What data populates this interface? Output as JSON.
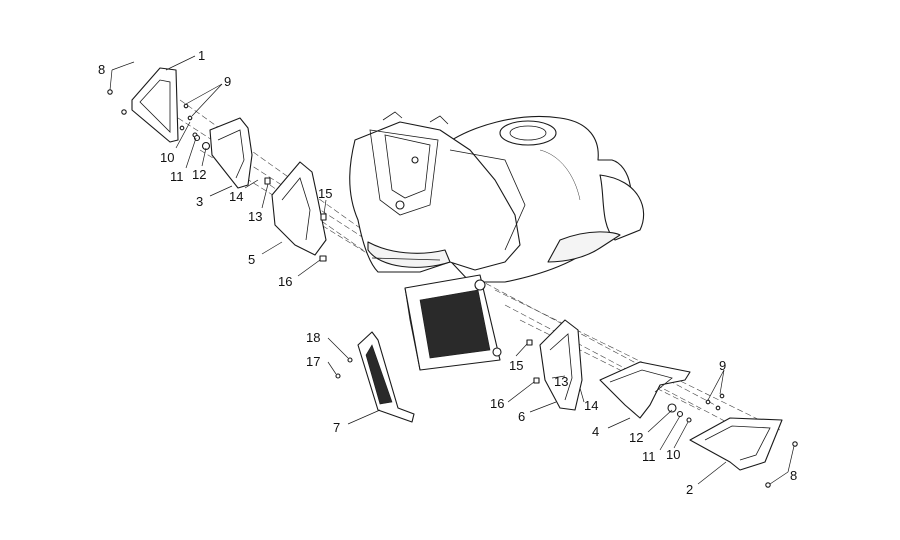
{
  "callouts": [
    {
      "id": "c1",
      "text": "1"
    },
    {
      "id": "c8a",
      "text": "8"
    },
    {
      "id": "c9a",
      "text": "9"
    },
    {
      "id": "c10a",
      "text": "10"
    },
    {
      "id": "c11a",
      "text": "11"
    },
    {
      "id": "c12a",
      "text": "12"
    },
    {
      "id": "c3",
      "text": "3"
    },
    {
      "id": "c14a",
      "text": "14"
    },
    {
      "id": "c13a",
      "text": "13"
    },
    {
      "id": "c15a",
      "text": "15"
    },
    {
      "id": "c5",
      "text": "5"
    },
    {
      "id": "c16a",
      "text": "16"
    },
    {
      "id": "c18",
      "text": "18"
    },
    {
      "id": "c17",
      "text": "17"
    },
    {
      "id": "c7",
      "text": "7"
    },
    {
      "id": "c15b",
      "text": "15"
    },
    {
      "id": "c13b",
      "text": "13"
    },
    {
      "id": "c16b",
      "text": "16"
    },
    {
      "id": "c14b",
      "text": "14"
    },
    {
      "id": "c6",
      "text": "6"
    },
    {
      "id": "c4",
      "text": "4"
    },
    {
      "id": "c9b",
      "text": "9"
    },
    {
      "id": "c12b",
      "text": "12"
    },
    {
      "id": "c11b",
      "text": "11"
    },
    {
      "id": "c10b",
      "text": "10"
    },
    {
      "id": "c2",
      "text": "2"
    },
    {
      "id": "c8b",
      "text": "8"
    }
  ]
}
